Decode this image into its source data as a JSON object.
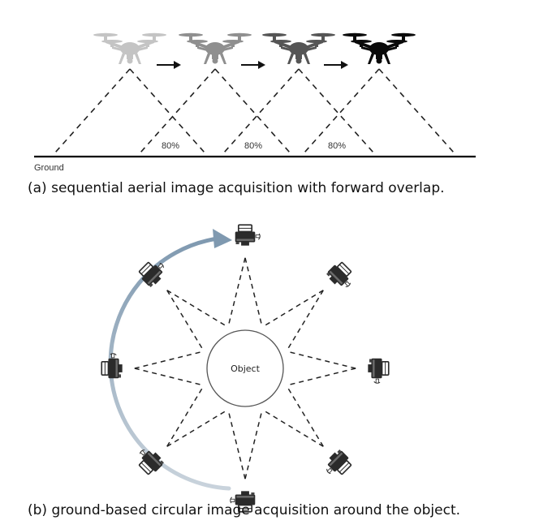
{
  "panel_a": {
    "ground_label": "Ground",
    "overlap_labels": [
      "80%",
      "80%",
      "80%"
    ],
    "caption": "(a) sequential aerial image acquisition with forward overlap.",
    "drones": [
      {
        "color": "#c4c4c4"
      },
      {
        "color": "#8f8f8f"
      },
      {
        "color": "#555555"
      },
      {
        "color": "#0a0a0a"
      }
    ]
  },
  "panel_b": {
    "object_label": "Object",
    "caption": "(b) ground-based circular image acquisition around the object.",
    "camera_count": 8,
    "arrow_color": "#8aa1b5"
  }
}
